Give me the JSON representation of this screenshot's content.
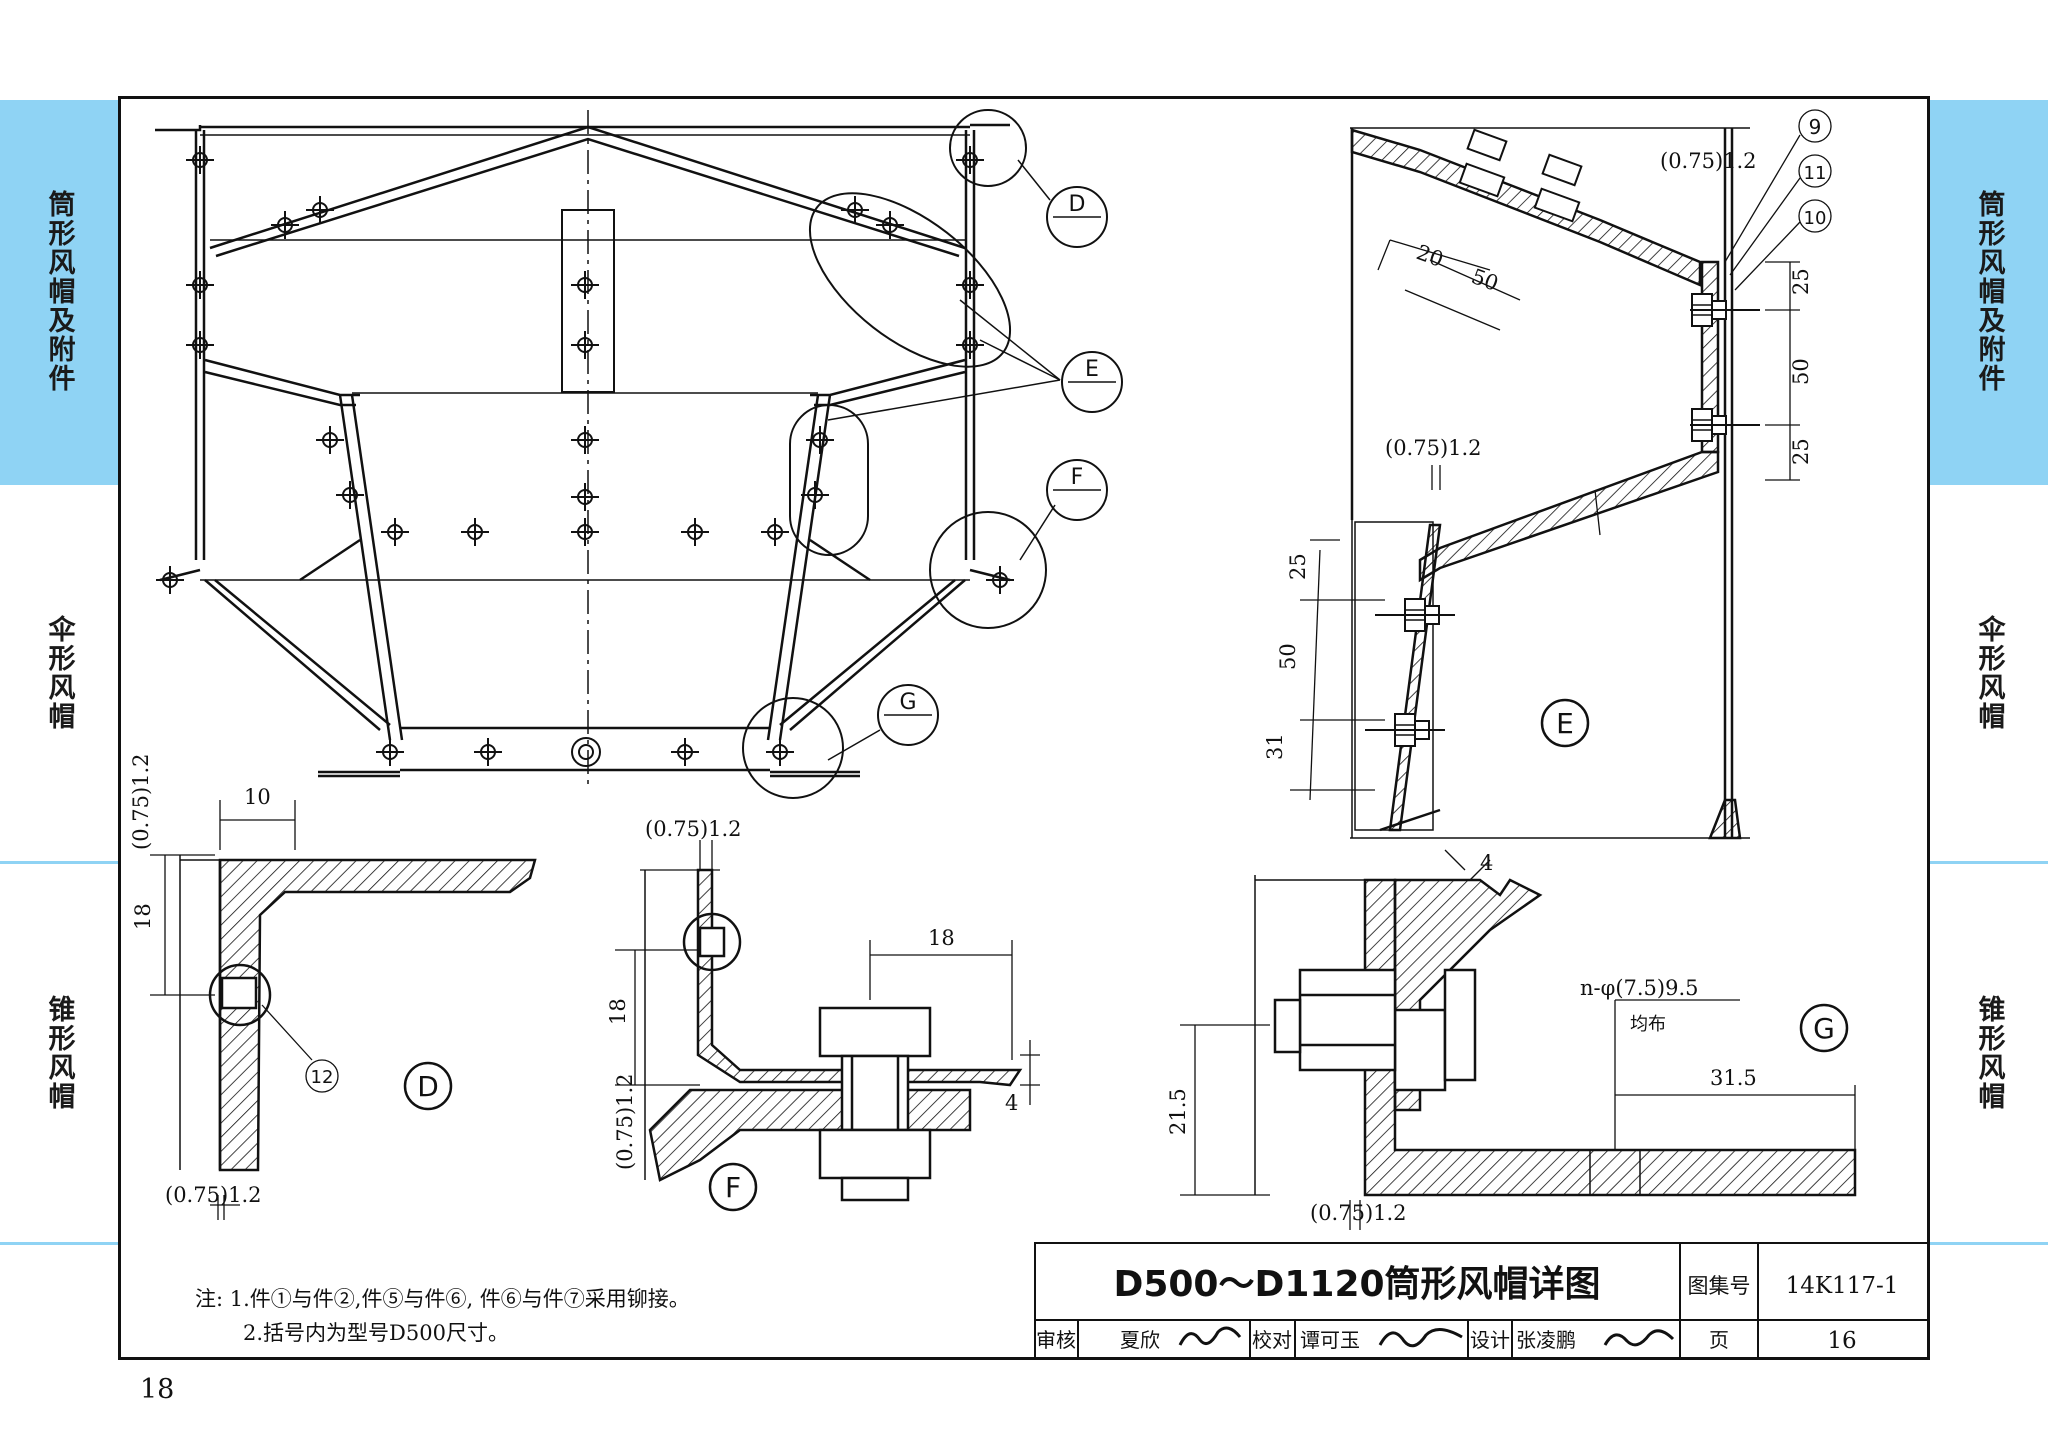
{
  "sidebar_left": {
    "tabs": [
      {
        "label": "筒形风帽及附件",
        "active": true
      },
      {
        "label": "伞形风帽",
        "active": false
      },
      {
        "label": "锥形风帽",
        "active": false
      }
    ]
  },
  "sidebar_right": {
    "tabs": [
      {
        "label": "筒形风帽及附件",
        "active": true
      },
      {
        "label": "伞形风帽",
        "active": false
      },
      {
        "label": "锥形风帽",
        "active": false
      }
    ]
  },
  "colors": {
    "tab_active": "#8fd3f4",
    "line": "#111111"
  },
  "page_number": "18",
  "detail_refs": {
    "D": "D",
    "E": "E",
    "F": "F",
    "G": "G"
  },
  "part_numbers": {
    "p9": "9",
    "p10": "10",
    "p11": "11",
    "p12": "12"
  },
  "dims": {
    "thk_e_top": "(0.75)1.2",
    "e_20": "20",
    "e_50_top": "50",
    "e_25_a": "25",
    "e_50_r": "50",
    "e_25_b": "25",
    "thk_e_mid": "(0.75)1.2",
    "e_25_l": "25",
    "e_50_l": "50",
    "e_31": "31",
    "d_thk_v": "(0.75)1.2",
    "d_10": "10",
    "d_18": "18",
    "d_thk_b": "(0.75)1.2",
    "f_thk_top": "(0.75)1.2",
    "f_18_h": "18",
    "f_18_v": "18",
    "f_thk_v": "(0.75)1.2",
    "f_4": "4",
    "g_4": "4",
    "g_21_5": "21.5",
    "g_holes": "n-φ(7.5)9.5",
    "g_holes_note": "均布",
    "g_31_5": "31.5",
    "g_thk_b": "(0.75)1.2"
  },
  "notes": {
    "line1": "注: 1.件①与件②,件⑤与件⑥, 件⑥与件⑦采用铆接。",
    "line2": "2.括号内为型号D500尺寸。"
  },
  "title_block": {
    "title": "D500～D1120筒形风帽详图",
    "atlas_label": "图集号",
    "atlas_no": "14K117-1",
    "review_label": "审核",
    "reviewer": "夏欣",
    "check_label": "校对",
    "checker": "谭可玉",
    "design_label": "设计",
    "designer": "张凌鹏",
    "page_label": "页",
    "page": "16"
  }
}
